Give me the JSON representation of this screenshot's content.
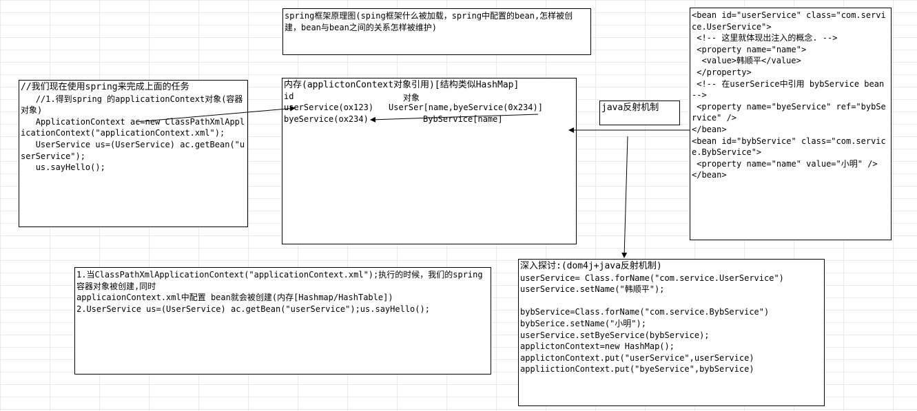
{
  "title_box": {
    "text": "spring框架原理图(sping框架什么被加载，spring中配置的bean,怎样被创建，bean与bean之间的关系怎样被维护)"
  },
  "code_box": {
    "lines": [
      "//我们现在使用spring来完成上面的任务",
      "   //1.得到spring 的applicationContext对象(容器对象)",
      "   ApplicationContext ac=new ClassPathXmlApplicationContext(\"applicationContext.xml\");",
      "   UserService us=(UserService) ac.getBean(\"userService\");",
      "   us.sayHello();"
    ]
  },
  "memory_box": {
    "heading": "内存(applictonContext对象引用)[结构类似HashMap]",
    "col_id": "id",
    "col_obj": "对象",
    "row1_id": "userService(ox123)",
    "row1_obj": "UserSer[name,byeService(0x234)]",
    "row2_id": "byeService(ox234)",
    "row2_obj": "BybService[name]"
  },
  "reflection_box": {
    "text": "java反射机制"
  },
  "xml_box": {
    "lines": [
      "<bean id=\"userService\" class=\"com.service.UserService\">",
      " <!-- 这里就体现出注入的概念. -->",
      " <property name=\"name\">",
      "  <value>韩顺平</value>",
      " </property>",
      " <!-- 在userSerice中引用 bybService bean -->",
      " <property name=\"byeService\" ref=\"bybService\" />",
      "</bean>",
      "<bean id=\"bybService\" class=\"com.service.BybService\">",
      " <property name=\"name\" value=\"小明\" />",
      "</bean>"
    ]
  },
  "explain_box": {
    "lines": [
      "1.当ClassPathXmlApplicationContext(\"applicationContext.xml\");执行的时候，我们的spring容器对象被创建,同时",
      "applicaionContext.xml中配置 bean就会被创建(内存[Hashmap/HashTable])",
      "2.UserService us=(UserService) ac.getBean(\"userService\");us.sayHello();"
    ]
  },
  "deep_box": {
    "lines": [
      "深入探讨:(dom4j+java反射机制)",
      "userService= Class.forName(\"com.service.UserService\")",
      "userService.setName(\"韩顺平\");",
      "",
      "bybService=Class.forName(\"com.service.BybService\")",
      "bybSerice.setName(\"小明\");",
      "userService.setByeService(bybService);",
      "applictonContext=new HashMap();",
      "applictonContext.put(\"userService\",userService)",
      "appliictionContext.put(\"byeService\",bybService)"
    ]
  }
}
